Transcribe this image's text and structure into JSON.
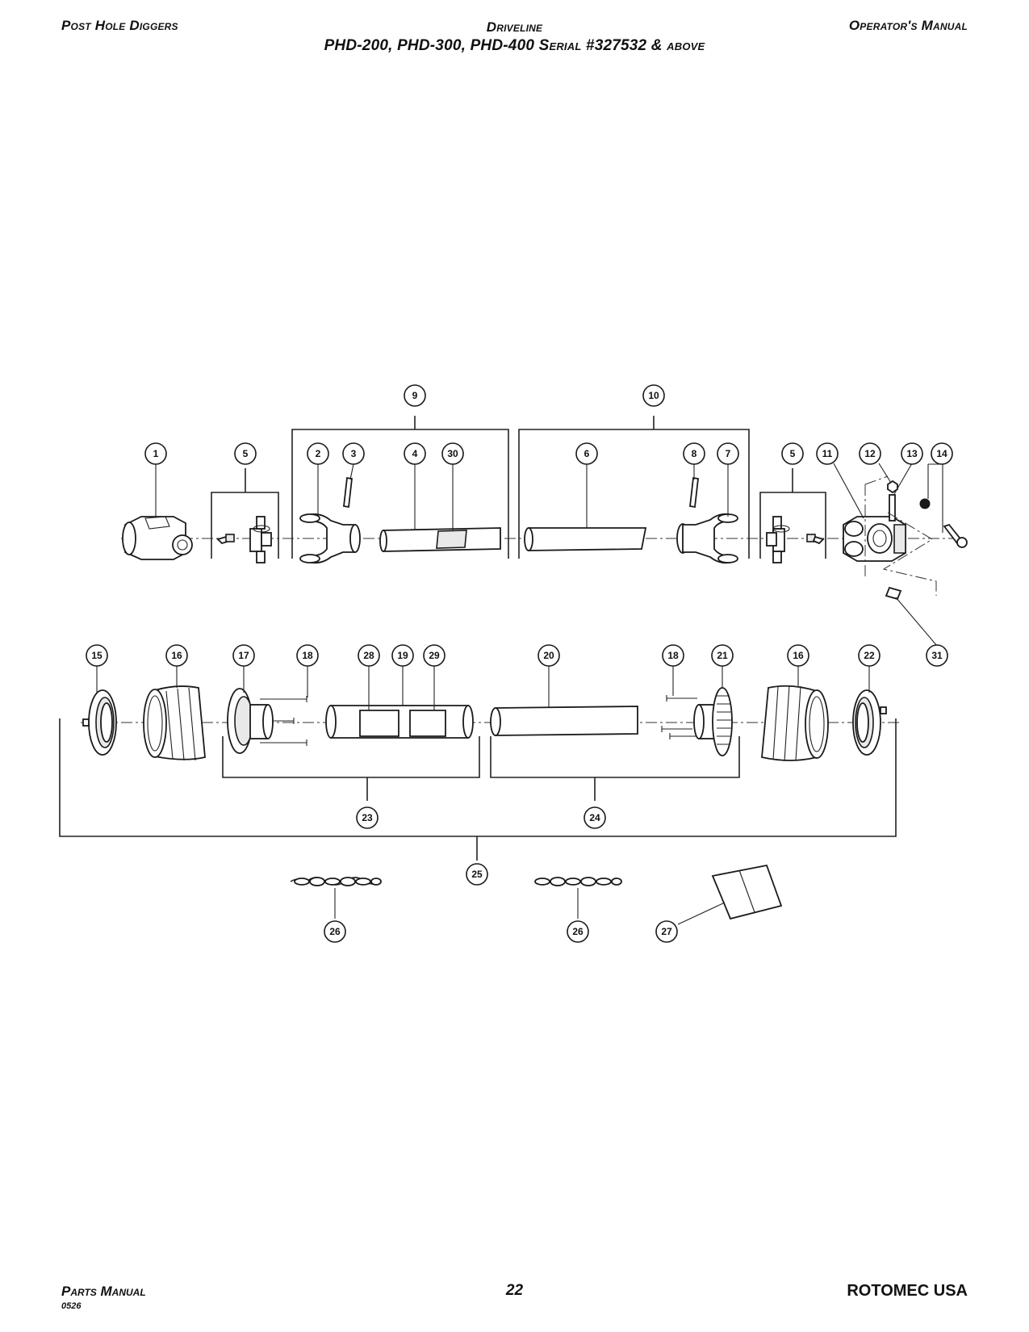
{
  "header": {
    "left": "Post Hole Diggers",
    "center_line1": "Driveline",
    "center_line2": "PHD-200, PHD-300, PHD-400 Serial #327532 & above",
    "right": "Operator's Manual"
  },
  "footer": {
    "left": "Parts Manual",
    "code": "0526",
    "page": "22",
    "right": "ROTOMEC USA"
  },
  "callouts": {
    "c1": "1",
    "c2": "2",
    "c3": "3",
    "c4": "4",
    "c5": "5",
    "c6": "6",
    "c7": "7",
    "c8": "8",
    "c9": "9",
    "c10": "10",
    "c11": "11",
    "c12": "12",
    "c13": "13",
    "c14": "14",
    "c15": "15",
    "c16": "16",
    "c17": "17",
    "c18": "18",
    "c19": "19",
    "c20": "20",
    "c21": "21",
    "c22": "22",
    "c23": "23",
    "c24": "24",
    "c25": "25",
    "c26": "26",
    "c27": "27",
    "c28": "28",
    "c29": "29",
    "c30": "30",
    "c31": "31"
  }
}
